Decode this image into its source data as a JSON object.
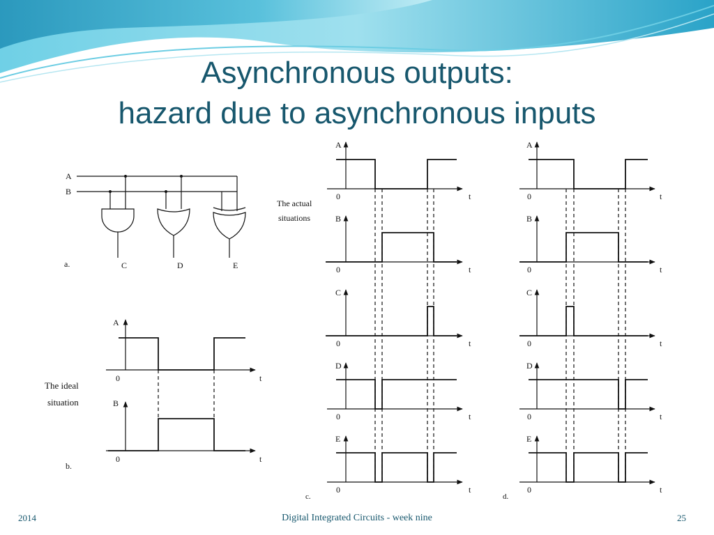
{
  "slide": {
    "title_line1": "Asynchronous outputs:",
    "title_line2": "hazard due to asynchronous inputs",
    "footer_left": "2014",
    "footer_center": "Digital Integrated Circuits - week nine",
    "footer_right": "25"
  },
  "figure": {
    "panel_a": {
      "label": "a.",
      "inputs": [
        "A",
        "B"
      ],
      "gates": [
        {
          "type": "AND",
          "output": "C"
        },
        {
          "type": "OR",
          "output": "D"
        },
        {
          "type": "XOR",
          "output": "E"
        }
      ]
    },
    "panel_b": {
      "label": "b.",
      "caption_line1": "The ideal",
      "caption_line2": "situation",
      "time_label": "t",
      "zero_label": "0",
      "signal_A": "A",
      "signal_B": "B"
    },
    "panel_c": {
      "label": "c.",
      "caption_line1": "The actual",
      "caption_line2": "situations",
      "time_label": "t",
      "zero_label": "0",
      "signals": [
        "A",
        "B",
        "C",
        "D",
        "E"
      ]
    },
    "panel_d": {
      "label": "d.",
      "time_label": "t",
      "zero_label": "0",
      "signals": [
        "A",
        "B",
        "C",
        "D",
        "E"
      ]
    }
  },
  "colors": {
    "title": "#17576d",
    "swoosh_dark": "#2aa3c8",
    "swoosh_light": "#a9e2ef",
    "ink": "#111111"
  }
}
